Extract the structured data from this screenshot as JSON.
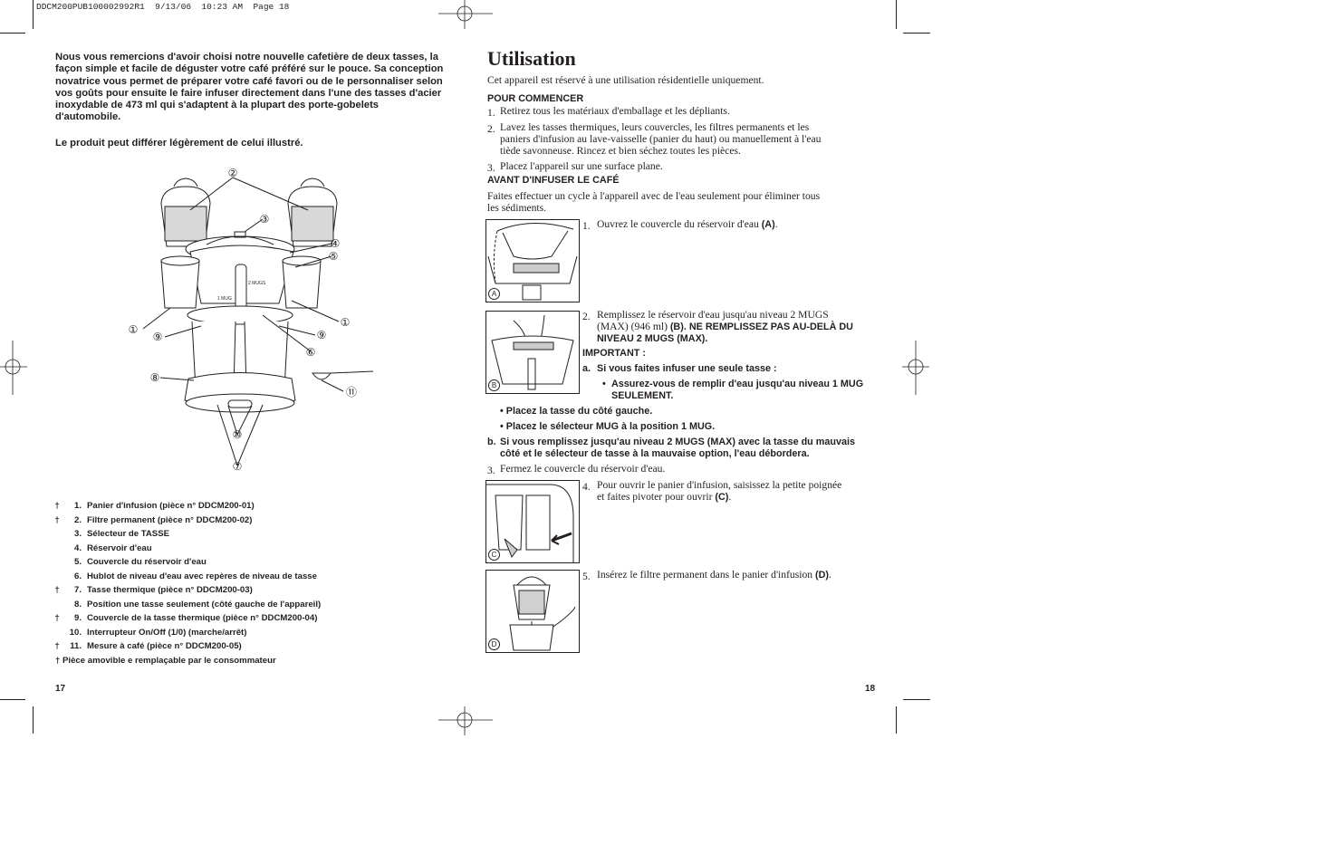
{
  "slug": "DDCM200PUB100002992R1  9/13/06  10:23 AM  Page 18",
  "left": {
    "intro": "Nous vous remercions d'avoir choisi notre nouvelle cafetière de deux tasses, la façon simple et facile de déguster votre café préféré sur le pouce. Sa conception novatrice vous permet de préparer votre café favori ou de le personnaliser selon vos goûts pour ensuite le faire infuser directement dans l'une des tasses d'acier inoxydable de 473 ml qui s'adaptent à la plupart des porte-gobelets d'automobile.",
    "disclaimer": "Le produit peut différer légèrement de celui illustré.",
    "callouts": [
      "①",
      "②",
      "③",
      "④",
      "⑤",
      "⑥",
      "⑦",
      "⑧",
      "⑨",
      "⑩",
      "⑪"
    ],
    "diagram_labels": {
      "two_mugs": "2 MUGS",
      "one_mug": "1 MUG"
    },
    "parts": [
      {
        "mark": "†",
        "num": "1.",
        "text": "Panier d'infusion (pièce n° DDCM200-01)"
      },
      {
        "mark": "†",
        "num": "2.",
        "text": "Filtre permanent (pièce n° DDCM200-02)"
      },
      {
        "mark": "",
        "num": "3.",
        "text": "Sélecteur de TASSE"
      },
      {
        "mark": "",
        "num": "4.",
        "text": "Réservoir d'eau"
      },
      {
        "mark": "",
        "num": "5.",
        "text": "Couvercle du réservoir d'eau"
      },
      {
        "mark": "",
        "num": "6.",
        "text": "Hublot de niveau d'eau avec repères de niveau de tasse"
      },
      {
        "mark": "†",
        "num": "7.",
        "text": "Tasse thermique (pièce n° DDCM200-03)"
      },
      {
        "mark": "",
        "num": "8.",
        "text": "Position une tasse seulement (côté gauche de l'appareil)"
      },
      {
        "mark": "†",
        "num": "9.",
        "text": "Couvercle de la tasse thermique (pièce n° DDCM200-04)"
      },
      {
        "mark": "",
        "num": "10.",
        "text": "Interrupteur On/Off (1/0) (marche/arrêt)"
      },
      {
        "mark": "†",
        "num": "11.",
        "text": "Mesure à café (pièce n° DDCM200-05)"
      }
    ],
    "footnote": "† Pièce amovible e remplaçable par le consommateur",
    "page_number": "17"
  },
  "right": {
    "title": "Utilisation",
    "subtitle": "Cet appareil est réservé à une utilisation résidentielle uniquement.",
    "section1": {
      "heading": "POUR COMMENCER",
      "steps": [
        {
          "n": "1.",
          "lines": [
            "Retirez tous les matériaux d'emballage et les dépliants."
          ]
        },
        {
          "n": "2.",
          "lines": [
            "Lavez les tasses thermiques, leurs couvercles, les filtres permanents et les",
            "paniers d'infusion au lave-vaisselle (panier du haut) ou manuellement à l'eau",
            "tiède savonneuse. Rincez et bien séchez toutes les pièces."
          ]
        },
        {
          "n": "3.",
          "lines": [
            "Placez l'appareil sur une surface plane."
          ]
        }
      ]
    },
    "section2": {
      "heading": "AVANT D'INFUSER LE CAFÉ",
      "intro_lines": [
        "Faites effectuer un cycle à l'appareil avec de l'eau seulement pour éliminer tous",
        "les sédiments."
      ],
      "step1": {
        "n": "1.",
        "text": "Ouvrez le couvercle du réservoir d'eau ",
        "ref": "(A)",
        "end": "."
      },
      "step2": {
        "n": "2.",
        "line1": "Remplissez le réservoir d'eau jusqu'au niveau 2 MUGS",
        "line2_plain": "(MAX) (946 ml) ",
        "line2_bold": "(B). NE REMPLISSEZ PAS AU-DELÀ DU",
        "line3": "NIVEAU 2 MUGS (MAX)."
      },
      "important": "IMPORTANT :",
      "a_mark": "a.",
      "a_text": "Si vous faites infuser une seule tasse :",
      "a_bullet_lines": [
        "Assurez-vous de remplir d'eau jusqu'au niveau 1 MUG",
        "SEULEMENT."
      ],
      "bullet1": "Placez la tasse du côté gauche.",
      "bullet2": "Placez le sélecteur MUG à la position 1 MUG.",
      "b_mark": "b.",
      "b_lines": [
        "Si vous remplissez jusqu'au niveau 2 MUGS (MAX) avec la tasse du mauvais",
        "côté et le sélecteur de tasse à la mauvaise option, l'eau débordera."
      ],
      "step3": {
        "n": "3.",
        "text": "Fermez le couvercle du réservoir d'eau."
      },
      "step4": {
        "n": "4.",
        "line1": "Pour ouvrir le panier d'infusion, saisissez la petite poignée",
        "line2": "et faites pivoter pour ouvrir ",
        "ref": "(C)",
        "end": "."
      },
      "step5": {
        "n": "5.",
        "text": "Insérez le filtre permanent dans le panier d'infusion ",
        "ref": "(D)",
        "end": "."
      }
    },
    "figures": {
      "a": "A",
      "b": "B",
      "c": "C",
      "d": "D"
    },
    "page_number": "18"
  }
}
